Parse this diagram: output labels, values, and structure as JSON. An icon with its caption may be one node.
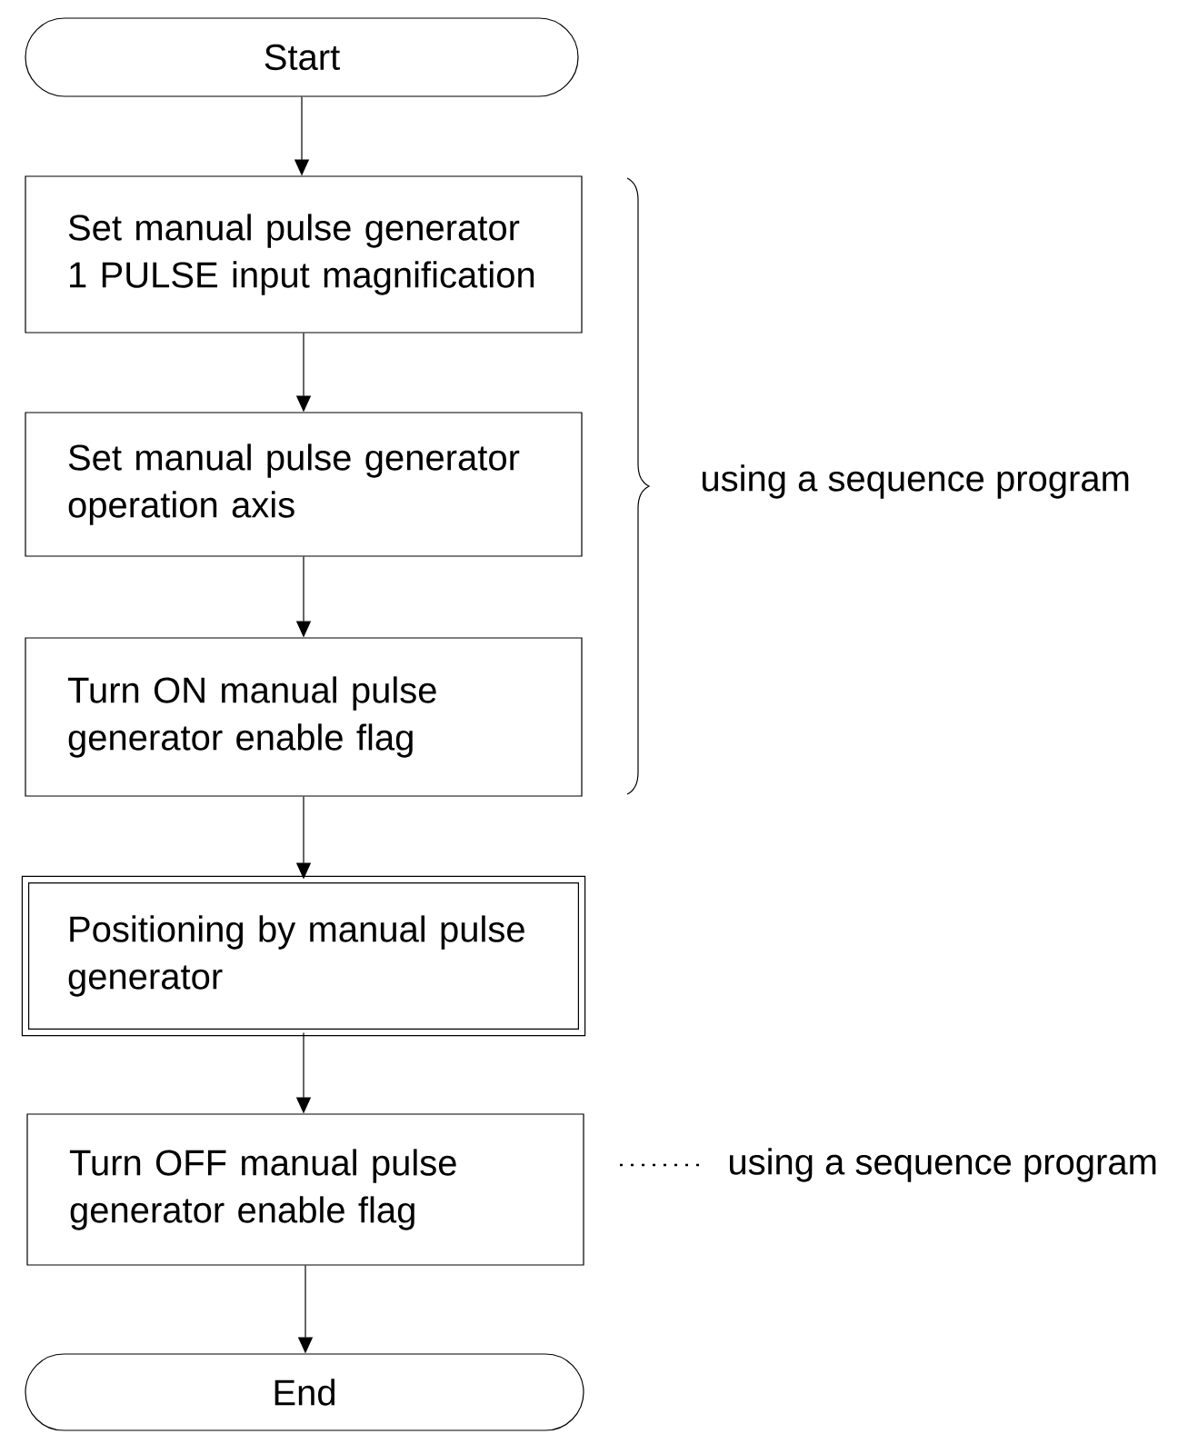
{
  "diagram": {
    "nodes": [
      {
        "text": [
          "Start"
        ]
      },
      {
        "text": [
          "Set manual pulse generator 1 PULSE input magnification"
        ]
      },
      {
        "text": [
          "Set manual pulse generator operation axis"
        ]
      },
      {
        "text": [
          "Turn ON manual pulse generator enable flag"
        ]
      },
      {
        "text": [
          "Positioning by manual pulse generator"
        ]
      },
      {
        "text": [
          "Turn OFF manual pulse generator enable flag"
        ]
      },
      {
        "text": [
          "End"
        ]
      }
    ],
    "edges": [
      {
        "from": 0,
        "to": 1,
        "arrow": "to"
      },
      {
        "from": 1,
        "to": 2,
        "arrow": "to"
      },
      {
        "from": 2,
        "to": 3,
        "arrow": "to"
      },
      {
        "from": 3,
        "to": 4,
        "arrow": "to"
      },
      {
        "from": 4,
        "to": 5,
        "arrow": "to"
      },
      {
        "from": 5,
        "to": 6,
        "arrow": "to"
      }
    ],
    "labels": [
      "using a sequence program",
      "using a sequence program"
    ]
  }
}
